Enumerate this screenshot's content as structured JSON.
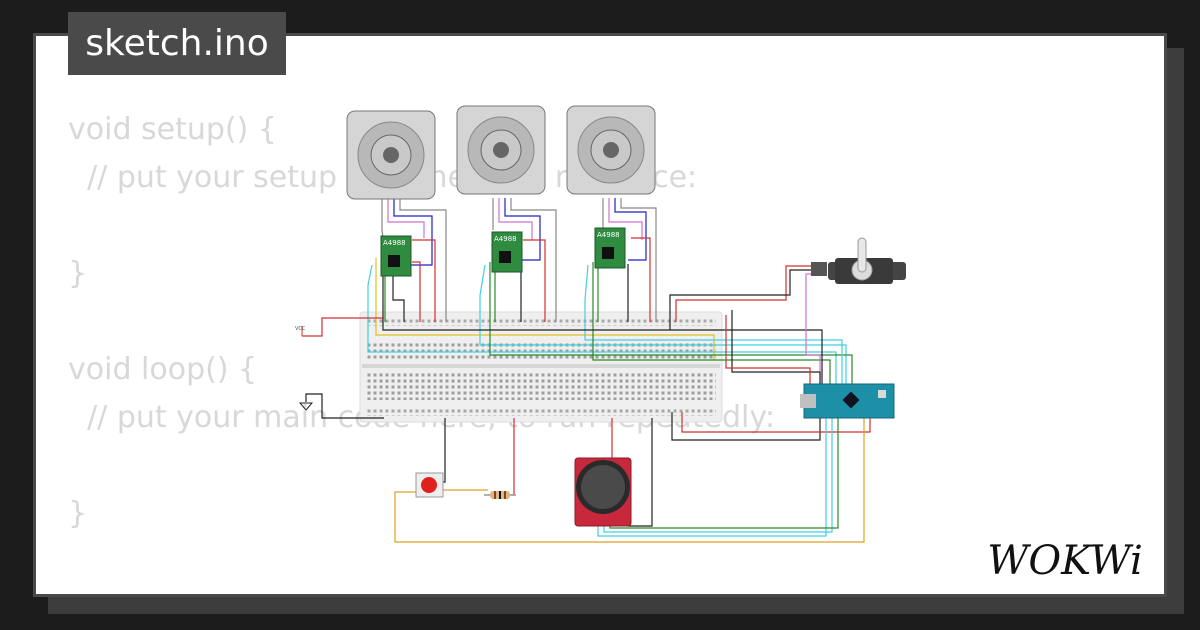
{
  "sketch": {
    "filename": "sketch.ino"
  },
  "code": {
    "lines": [
      "void setup() {",
      "  // put your setup code here, to run once:",
      "",
      "}",
      "",
      "void loop() {",
      "  // put your main code here, to run repeatedly:",
      "",
      "}"
    ]
  },
  "diagram": {
    "vcc_label": "VCC",
    "driver_label": "A4988",
    "stepper_count": 3
  },
  "brand": {
    "name": "WOKWi"
  },
  "colors": {
    "background": "#1c1c1c",
    "card": "#ffffff",
    "tab": "#4a4a4a",
    "code_text": "#d8d8d8",
    "driver_pcb": "#2e8b3f",
    "arduino_pcb": "#1d8fa6",
    "joystick_pcb": "#c8283c",
    "button_cap": "#e0201c"
  }
}
